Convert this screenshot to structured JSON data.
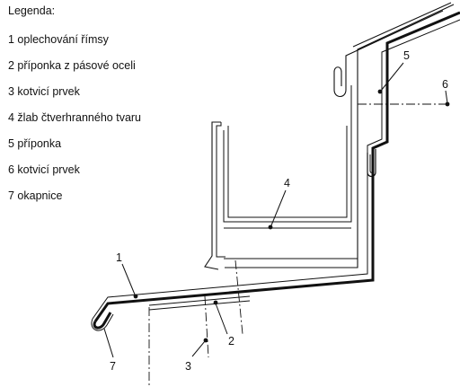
{
  "legend": {
    "title": "Legenda:",
    "items": [
      "1 oplechování římsy",
      "2 příponka z pásové oceli",
      "3 kotvicí prvek",
      "4 žlab čtverhranného tvaru",
      "5 příponka",
      "6 kotvicí prvek",
      "7 okapnice"
    ]
  },
  "callouts": [
    "1",
    "2",
    "3",
    "4",
    "5",
    "6",
    "7"
  ]
}
